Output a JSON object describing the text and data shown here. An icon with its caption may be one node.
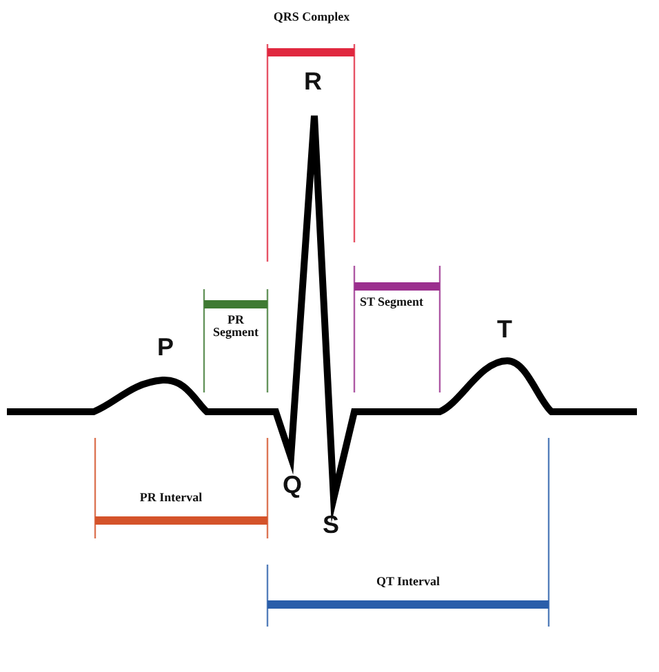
{
  "diagram": {
    "labels": [
      "QRS Complex",
      "R",
      "ST Segment",
      "PR Segment",
      "T",
      "P",
      "Q",
      "PR Interval",
      "S",
      "QT Interval"
    ]
  }
}
